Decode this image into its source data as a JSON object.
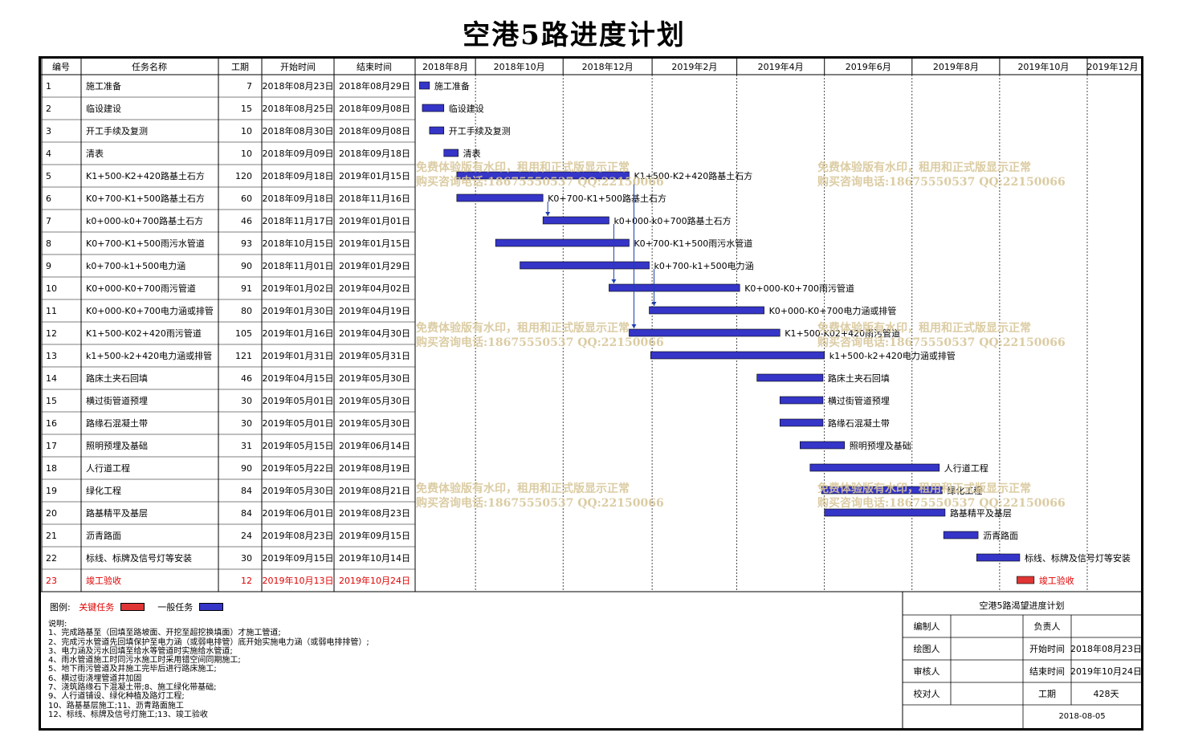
{
  "title": "空港5路进度计划",
  "table_headers": [
    "编号",
    "任务名称",
    "工期",
    "开始时间",
    "结束时间"
  ],
  "timeline_headers": [
    "2018年8月",
    "2018年10月",
    "2018年12月",
    "2019年2月",
    "2019年4月",
    "2019年6月",
    "2019年8月",
    "2019年10月",
    "2019年12月"
  ],
  "chart_data": {
    "type": "gantt",
    "x_range": [
      "2018-08-20",
      "2019-12-31"
    ],
    "tasks": [
      {
        "id": "1",
        "name": "施工准备",
        "duration": "7",
        "start": "2018年08月23日",
        "end": "2018年08月29日",
        "s": "2018-08-23",
        "e": "2018-08-29",
        "critical": false
      },
      {
        "id": "2",
        "name": "临设建设",
        "duration": "15",
        "start": "2018年08月25日",
        "end": "2018年09月08日",
        "s": "2018-08-25",
        "e": "2018-09-08",
        "critical": false
      },
      {
        "id": "3",
        "name": "开工手续及复测",
        "duration": "10",
        "start": "2018年08月30日",
        "end": "2018年09月08日",
        "s": "2018-08-30",
        "e": "2018-09-08",
        "critical": false
      },
      {
        "id": "4",
        "name": "清表",
        "duration": "10",
        "start": "2018年09月09日",
        "end": "2018年09月18日",
        "s": "2018-09-09",
        "e": "2018-09-18",
        "critical": false
      },
      {
        "id": "5",
        "name": "K1+500-K2+420路基土石方",
        "duration": "120",
        "start": "2018年09月18日",
        "end": "2019年01月15日",
        "s": "2018-09-18",
        "e": "2019-01-15",
        "critical": false
      },
      {
        "id": "6",
        "name": "K0+700-K1+500路基土石方",
        "duration": "60",
        "start": "2018年09月18日",
        "end": "2018年11月16日",
        "s": "2018-09-18",
        "e": "2018-11-16",
        "critical": false
      },
      {
        "id": "7",
        "name": "k0+000-k0+700路基土石方",
        "duration": "46",
        "start": "2018年11月17日",
        "end": "2019年01月01日",
        "s": "2018-11-17",
        "e": "2019-01-01",
        "critical": false
      },
      {
        "id": "8",
        "name": "K0+700-K1+500雨污水管道",
        "duration": "93",
        "start": "2018年10月15日",
        "end": "2019年01月15日",
        "s": "2018-10-15",
        "e": "2019-01-15",
        "critical": false
      },
      {
        "id": "9",
        "name": "k0+700-k1+500电力涵",
        "duration": "90",
        "start": "2018年11月01日",
        "end": "2019年01月29日",
        "s": "2018-11-01",
        "e": "2019-01-29",
        "critical": false
      },
      {
        "id": "10",
        "name": "K0+000-K0+700雨污管道",
        "duration": "91",
        "start": "2019年01月02日",
        "end": "2019年04月02日",
        "s": "2019-01-02",
        "e": "2019-04-02",
        "critical": false
      },
      {
        "id": "11",
        "name": "K0+000-K0+700电力涵或排管",
        "duration": "80",
        "start": "2019年01月30日",
        "end": "2019年04月19日",
        "s": "2019-01-30",
        "e": "2019-04-19",
        "critical": false
      },
      {
        "id": "12",
        "name": "K1+500-K02+420雨污管道",
        "duration": "105",
        "start": "2019年01月16日",
        "end": "2019年04月30日",
        "s": "2019-01-16",
        "e": "2019-04-30",
        "critical": false
      },
      {
        "id": "13",
        "name": "k1+500-k2+420电力涵或排管",
        "duration": "121",
        "start": "2019年01月31日",
        "end": "2019年05月31日",
        "s": "2019-01-31",
        "e": "2019-05-31",
        "critical": false
      },
      {
        "id": "14",
        "name": "路床土夹石回填",
        "duration": "46",
        "start": "2019年04月15日",
        "end": "2019年05月30日",
        "s": "2019-04-15",
        "e": "2019-05-30",
        "critical": false
      },
      {
        "id": "15",
        "name": "横过街管道预埋",
        "duration": "30",
        "start": "2019年05月01日",
        "end": "2019年05月30日",
        "s": "2019-05-01",
        "e": "2019-05-30",
        "critical": false
      },
      {
        "id": "16",
        "name": "路缘石混凝土带",
        "duration": "30",
        "start": "2019年05月01日",
        "end": "2019年05月30日",
        "s": "2019-05-01",
        "e": "2019-05-30",
        "critical": false
      },
      {
        "id": "17",
        "name": "照明预埋及基础",
        "duration": "31",
        "start": "2019年05月15日",
        "end": "2019年06月14日",
        "s": "2019-05-15",
        "e": "2019-06-14",
        "critical": false
      },
      {
        "id": "18",
        "name": "人行道工程",
        "duration": "90",
        "start": "2019年05月22日",
        "end": "2019年08月19日",
        "s": "2019-05-22",
        "e": "2019-08-19",
        "critical": false
      },
      {
        "id": "19",
        "name": "绿化工程",
        "duration": "84",
        "start": "2019年05月30日",
        "end": "2019年08月21日",
        "s": "2019-05-30",
        "e": "2019-08-21",
        "critical": false
      },
      {
        "id": "20",
        "name": "路基精平及基层",
        "duration": "84",
        "start": "2019年06月01日",
        "end": "2019年08月23日",
        "s": "2019-06-01",
        "e": "2019-08-23",
        "critical": false
      },
      {
        "id": "21",
        "name": "沥青路面",
        "duration": "24",
        "start": "2019年08月23日",
        "end": "2019年09月15日",
        "s": "2019-08-23",
        "e": "2019-09-15",
        "critical": false
      },
      {
        "id": "22",
        "name": "标线、标牌及信号灯等安装",
        "duration": "30",
        "start": "2019年09月15日",
        "end": "2019年10月14日",
        "s": "2019-09-15",
        "e": "2019-10-14",
        "critical": false
      },
      {
        "id": "23",
        "name": "竣工验收",
        "duration": "12",
        "start": "2019年10月13日",
        "end": "2019年10月24日",
        "s": "2019-10-13",
        "e": "2019-10-24",
        "critical": true
      }
    ],
    "links": [
      [
        "6",
        "7"
      ],
      [
        "5",
        "12"
      ],
      [
        "7",
        "10"
      ],
      [
        "9",
        "11"
      ]
    ]
  },
  "colors": {
    "normal": "#3535c8",
    "critical": "#e03535",
    "critical_text": "#e00000"
  },
  "legend": {
    "prefix": "图例:",
    "critical": "关键任务",
    "normal": "一般任务"
  },
  "notes": [
    "说明:",
    "1、完成路基至（回填至路坡面、开挖至超挖换填面）才施工管道;",
    "2、完成污水管道先回填保护至电力涵（或弱电排管）底开始实施电力涵（或弱电排排管）;",
    "3、电力涵及污水回填至给水等管道时实施给水管道;",
    "4、雨水管道施工时同污水施工时采用错空间同期施工;",
    "5、地下雨污管道及井施工完毕后进行路床施工;",
    "6、横过街浇埋管道井加固",
    "7、浇筑路缘石下混凝土带;8、施工绿化带基础;",
    "9、人行道铺设、绿化种植及路灯工程;",
    "10、路基基层施工;11、沥青路面施工",
    "12、标线、标牌及信号灯施工;13、竣工验收"
  ],
  "info_box": {
    "title": "空港5路渴望进度计划",
    "labels": {
      "compiler": "编制人",
      "drawer": "绘图人",
      "reviewer": "审核人",
      "checker": "校对人",
      "manager": "负责人",
      "start": "开始时间",
      "end": "结束时间",
      "duration": "工期"
    },
    "values": {
      "compiler": "",
      "drawer": "",
      "reviewer": "",
      "checker": "",
      "manager": "",
      "start": "2018年08月23日",
      "end": "2019年10月24日",
      "duration": "428天"
    },
    "date": "2018-08-05"
  },
  "watermark": {
    "line1": "免费体验版有水印，租用和正式版显示正常",
    "line2": "购买咨询电话:18675550537 QQ:22150066"
  }
}
